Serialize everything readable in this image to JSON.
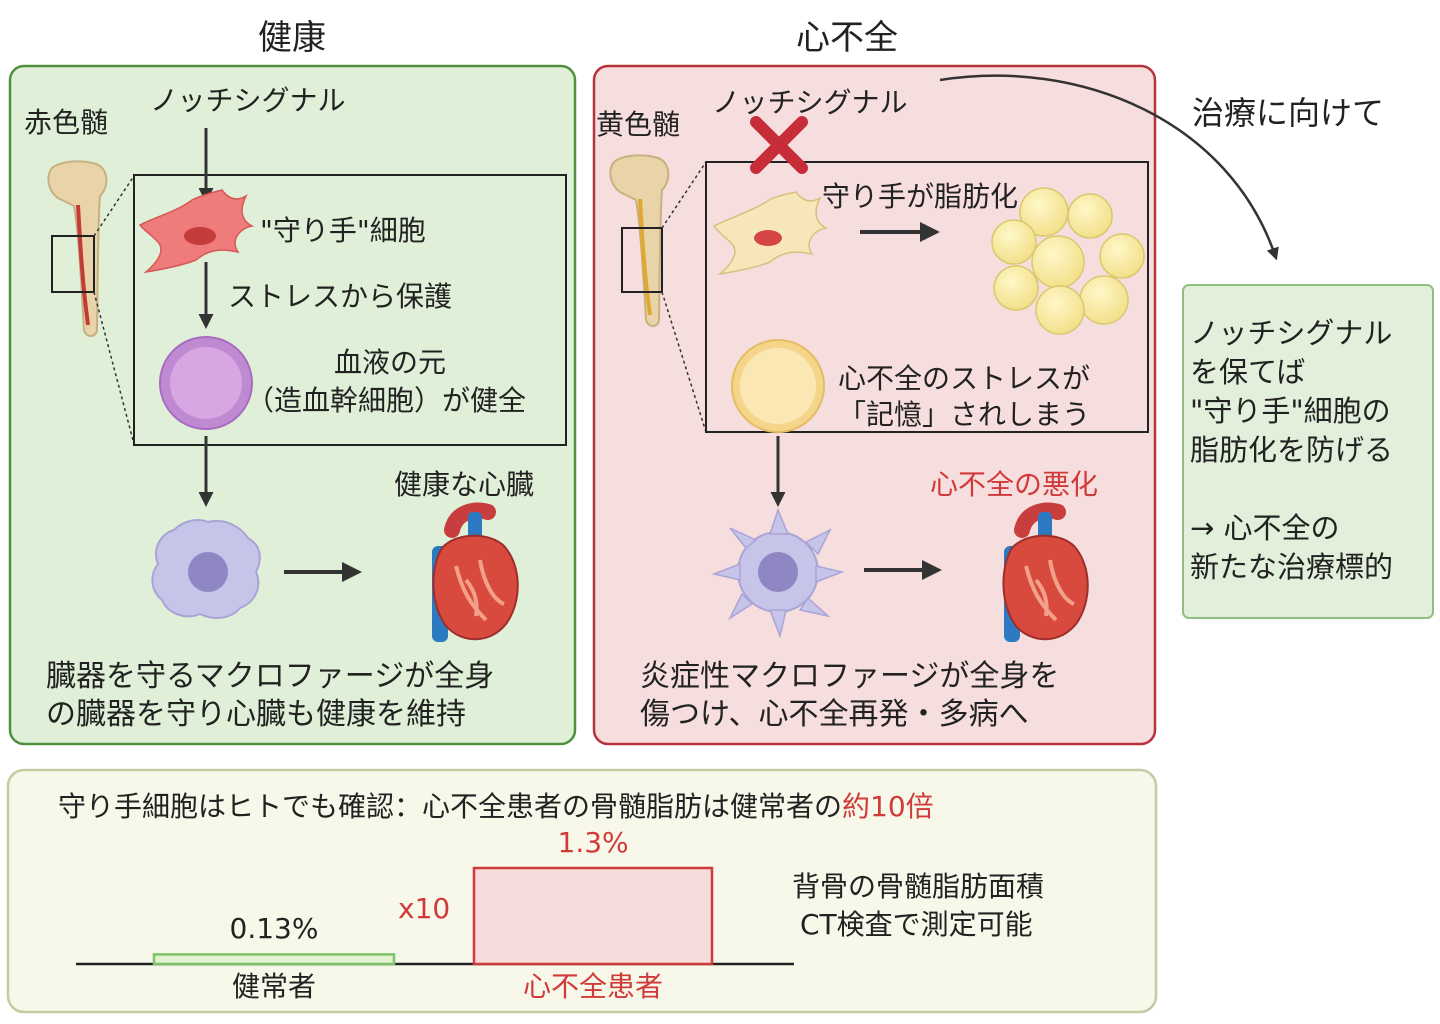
{
  "headings": {
    "healthy": "健康",
    "heart_failure": "心不全",
    "treatment": "治療に向けて"
  },
  "healthy_panel": {
    "marrow_label": "赤色髄",
    "notch_label": "ノッチシグナル",
    "guardian_label": "\"守り手\"細胞",
    "protect_label": "ストレスから保護",
    "hsc_line1": "血液の元",
    "hsc_line2": "（造血幹細胞）が健全",
    "heart_label": "健康な心臓",
    "caption_line1": "臓器を守るマクロファージが全身",
    "caption_line2": "の臓器を守り心臓も健康を維持"
  },
  "failure_panel": {
    "marrow_label": "黄色髄",
    "notch_label": "ノッチシグナル",
    "fat_label": "守り手が脂肪化",
    "memory_line1": "心不全のストレスが",
    "memory_line2": "「記憶」されしまう",
    "worsen_label": "心不全の悪化",
    "caption_line1": "炎症性マクロファージが全身を",
    "caption_line2": "傷つけ、心不全再発・多病へ"
  },
  "treatment_box": {
    "lines": [
      "ノッチシグナル",
      "を保てば",
      "\"守り手\"細胞の",
      "脂肪化を防げる",
      "",
      "→ 心不全の",
      "新たな治療標的"
    ]
  },
  "bottom_panel": {
    "title_prefix": "守り手細胞はヒトでも確認：心不全患者の骨髄脂肪は健常者の",
    "title_highlight": "約10倍",
    "multiplier": "x10",
    "note_line1": "背骨の骨髄脂肪面積",
    "note_line2": "CT検査で測定可能"
  },
  "chart_data": {
    "type": "bar",
    "categories": [
      "健常者",
      "心不全患者"
    ],
    "values": [
      0.13,
      1.3
    ],
    "value_labels": [
      "0.13%",
      "1.3%"
    ],
    "ylim": [
      0,
      1.3
    ],
    "colors": {
      "healthy": "#7cc46a",
      "heart_failure": "#d23a3a"
    }
  },
  "colors": {
    "healthy_bg": "#e0f0d8",
    "healthy_border": "#4f8f3e",
    "failure_bg": "#f7dede",
    "failure_border": "#b8323e",
    "treatment_bg": "#e2f0db",
    "treatment_border": "#8fbf7e",
    "bottom_bg": "#f7f8e9",
    "bottom_border": "#c2cca2",
    "accent_red": "#d23a3a"
  }
}
